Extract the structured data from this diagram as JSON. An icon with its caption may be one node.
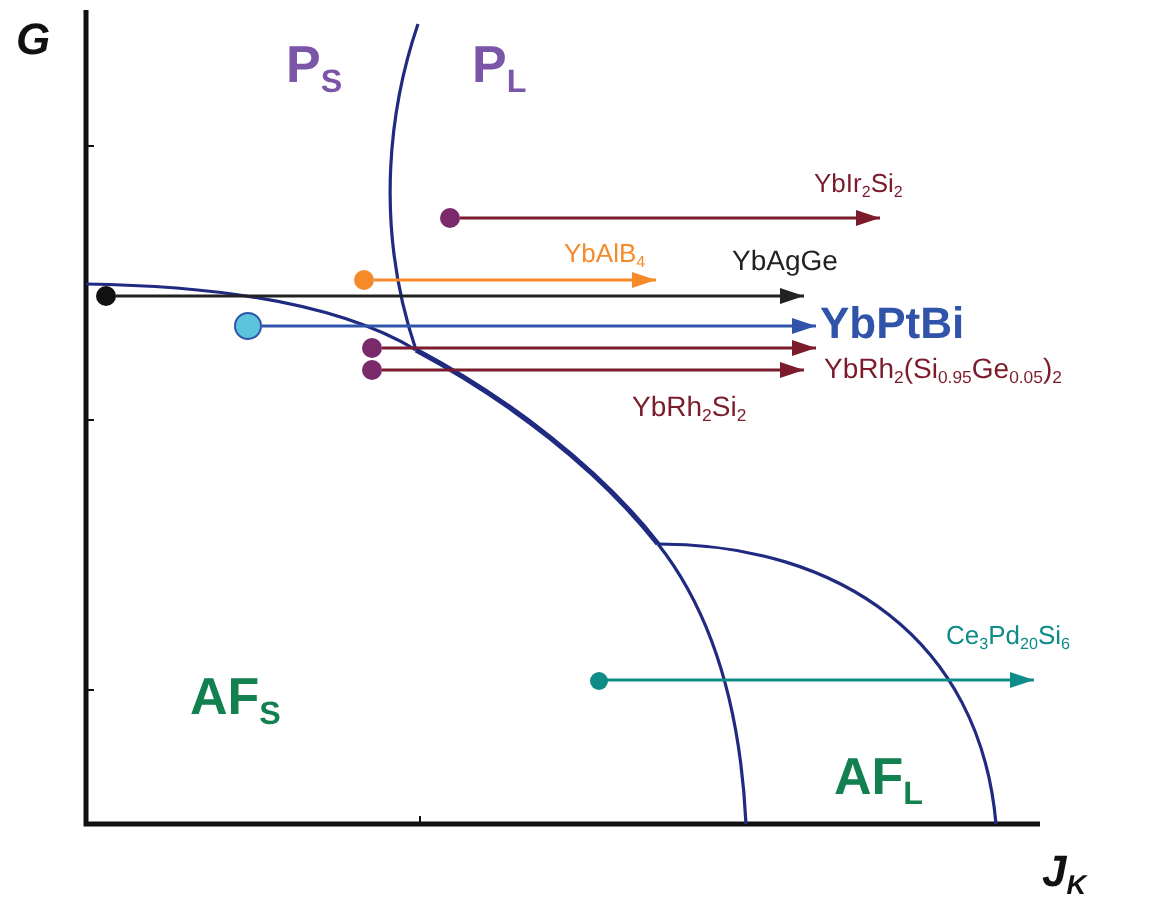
{
  "diagram": {
    "nodes": [
      {
        "text": [],
        "shape": "circle"
      },
      {
        "text": [],
        "shape": "circle"
      },
      {
        "text": [],
        "shape": "circle"
      },
      {
        "text": [],
        "shape": "circle"
      },
      {
        "text": [],
        "shape": "circle"
      },
      {
        "text": [],
        "shape": "circle"
      },
      {
        "text": [],
        "shape": "circle"
      },
      {
        "text": [
          "YbIr$_{2}$Si$_{2}$"
        ]
      },
      {
        "text": [
          "YbAlB$_{4}$"
        ]
      },
      {
        "text": [
          "YbAgGe"
        ]
      },
      {
        "text": [
          "YbPtBi"
        ]
      },
      {
        "text": [
          "YbRh$_{2}$(Si$_{0.95}$Ge$_{0.05}$)$_{2}$"
        ]
      },
      {
        "text": [
          "YbRh$_{2}$Si$_{2}$"
        ]
      },
      {
        "text": [
          "Ce$_{3}$Pd$_{20}$Si$_{6}$"
        ]
      }
    ],
    "edges": [
      {
        "from": 0,
        "to": 7,
        "arrow": "to"
      },
      {
        "from": 1,
        "to": 8,
        "arrow": "to",
        "color": "#f58a2a"
      },
      {
        "from": 2,
        "to": 9,
        "arrow": "to",
        "color": "#222222"
      },
      {
        "from": 3,
        "to": 10,
        "arrow": "to",
        "color": "#2f54aa"
      },
      {
        "from": 4,
        "to": 11,
        "arrow": "to"
      },
      {
        "from": 5,
        "to": 12,
        "arrow": "to"
      },
      {
        "from": 6,
        "to": 13,
        "arrow": "to",
        "color": "#0e8c88"
      }
    ],
    "labels": [
      "G",
      "P$_{S}$",
      "P$_{L}$",
      "AF$_{S}$",
      "AF$_{L}$",
      "J$_{K}$"
    ]
  }
}
